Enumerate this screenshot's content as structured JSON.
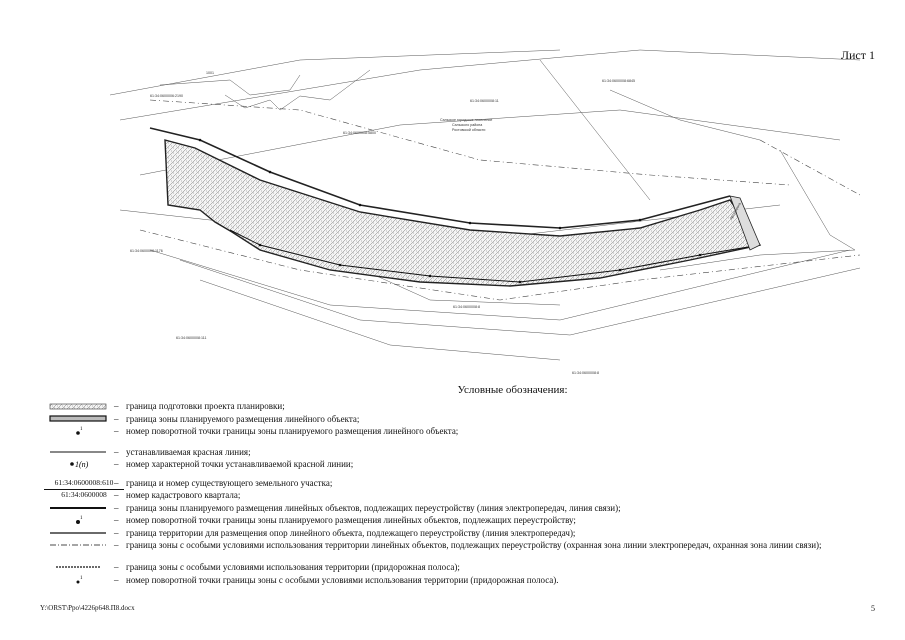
{
  "sheet_label": "Лист 1",
  "map_labels": {
    "parcel_top": "61:34:0600008:11",
    "parcel_left_top": "61:34:0600006:2190",
    "parcel_mid": "61:34:0600008:5800",
    "parcel_right_top": "61:34:0600008:6845",
    "parcel_left": "61:34:0600008:1176",
    "parcel_bottom_left": "61:34:0600008:111",
    "parcel_bottom_right": "61:34:0600008:8",
    "parcel_bottom_mid": "61:34:0600008:8",
    "settlement": "Сальское городское поселение",
    "district": "Сальского района",
    "region": "Ростовской области",
    "road_label": "Автодорога",
    "label_1001": "1001"
  },
  "legend": {
    "title": "Условные обозначения:",
    "items": [
      {
        "text": "граница подготовки проекта планировки;"
      },
      {
        "text": "граница зоны планируемого размещения линейного объекта;"
      },
      {
        "text": "номер поворотной точки границы зоны планируемого размещения линейного объекта;"
      },
      {
        "text": "устанавливаемая красная линия;"
      },
      {
        "text": "номер характерной точки устанавливаемой красной линии;",
        "symbol": "1(п)"
      },
      {
        "text": "граница и номер существующего земельного участка;",
        "symbol": "61:34:0600008:610"
      },
      {
        "text": "номер кадастрового квартала;",
        "symbol": "61:34:0600008"
      },
      {
        "text": "граница зоны планируемого размещения линейных объектов, подлежащих переустройству (линия электропередач, линия связи);"
      },
      {
        "text": "номер поворотной точки границы зоны планируемого размещения линейных объектов, подлежащих переустройству;"
      },
      {
        "text": "граница территории для размещения опор линейного объекта, подлежащего переустройству (линия электропередач);"
      },
      {
        "text": "граница зоны с особыми условиями использования территории линейных объектов, подлежащих переустройству (охранная зона линии электропередач, охранная зона линии связи);"
      },
      {
        "text": "граница зоны с особыми условиями использования территории (придорожная полоса);"
      },
      {
        "text": "номер поворотной точки границы зоны с особыми условиями использования территории (придорожная полоса)."
      }
    ],
    "dash": "–",
    "point_mark": "1"
  },
  "footer": {
    "path": "Y:\\ORST\\Ppo\\4226p648.П8.docx",
    "page_number": "5"
  }
}
